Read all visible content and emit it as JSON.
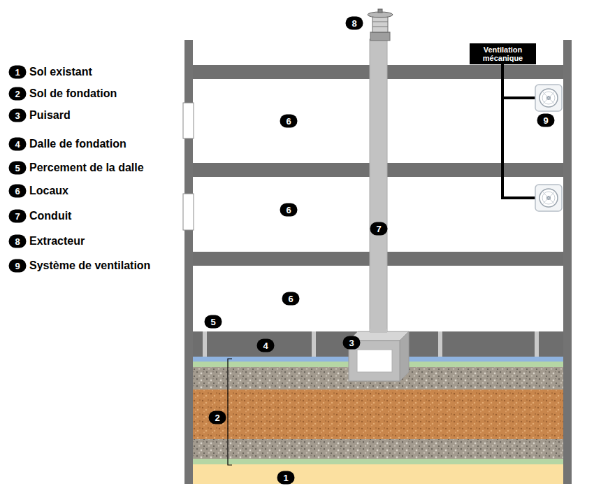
{
  "diagram": {
    "nodes": [
      {
        "text": [
          "Ventilation mécanique"
        ]
      }
    ],
    "labels": [
      "1",
      "Sol existant",
      "2",
      "Sol de fondation",
      "3",
      "Puisard",
      "4",
      "Dalle de fondation",
      "5",
      "Percement de la dalle",
      "6",
      "Locaux",
      "7",
      "Conduit",
      "8",
      "Extracteur",
      "9",
      "Système de ventilation",
      "8",
      "9",
      "6",
      "6",
      "7",
      "6",
      "5",
      "4",
      "3",
      "2",
      "1"
    ]
  }
}
